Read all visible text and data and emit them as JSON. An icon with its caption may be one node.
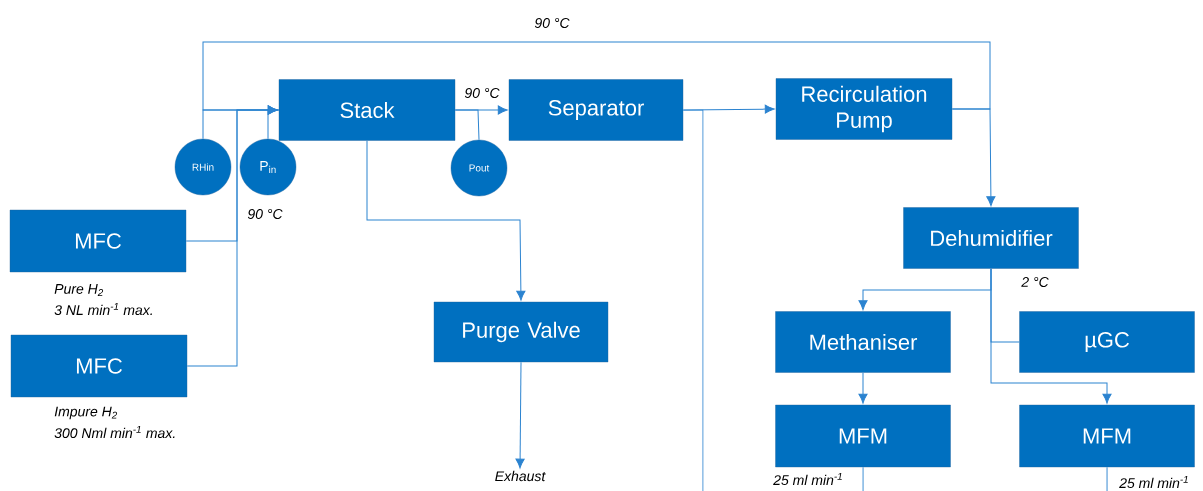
{
  "diagram": {
    "nodes": [
      {
        "text": [
          "MFC"
        ],
        "beside": [
          "*Pure H$_{2}$*",
          "*3 NL min$^{-1}$ max.*"
        ]
      },
      {
        "text": [
          "MFC"
        ],
        "beside": [
          "*Impure H$_{2}$*",
          "*300 Nml min$^{-1}$ max.*"
        ]
      },
      {
        "text": [
          "RHin"
        ]
      },
      {
        "text": [
          "P$_{in}$"
        ]
      },
      {
        "text": [
          "Stack"
        ]
      },
      {
        "text": [
          "Pout"
        ]
      },
      {
        "text": [
          "Separator"
        ]
      },
      {
        "text": [
          "Recirculation Pump"
        ]
      },
      {
        "text": [
          "Purge Valve"
        ]
      },
      {
        "text": [
          "Exhaust"
        ]
      },
      {
        "text": [
          "Dehumidifier"
        ]
      },
      {
        "text": [
          "Methaniser"
        ]
      },
      {
        "text": [
          "µGC"
        ]
      },
      {
        "text": [
          "MFM"
        ],
        "beside": [
          "*25 ml min$^{-1}$*"
        ]
      },
      {
        "text": [
          "MFM"
        ],
        "beside": [
          "*25 ml min$^{-1}$*"
        ]
      }
    ],
    "edges": [
      {
        "from": 0,
        "to": 4,
        "arrow": "to"
      },
      {
        "from": 1,
        "to": 4,
        "arrow": "to"
      },
      {
        "from": 2,
        "to": 4,
        "arrow": "none"
      },
      {
        "from": 3,
        "to": 4,
        "arrow": "none"
      },
      {
        "from": 7,
        "to": 4,
        "arrow": "to",
        "label": "90 °C"
      },
      {
        "from": 4,
        "to": 6,
        "arrow": "to",
        "label": "90 °C"
      },
      {
        "from": 5,
        "to": 4,
        "arrow": "none"
      },
      {
        "from": 4,
        "to": 8,
        "arrow": "to"
      },
      {
        "from": 8,
        "to": 9,
        "arrow": "to"
      },
      {
        "from": 6,
        "to": 7,
        "arrow": "to"
      },
      {
        "from": 6,
        "to": null,
        "arrow": "none"
      },
      {
        "from": 7,
        "to": 10,
        "arrow": "to"
      },
      {
        "from": 10,
        "to": 11,
        "arrow": "to"
      },
      {
        "from": 10,
        "to": 12,
        "arrow": "none"
      },
      {
        "from": 10,
        "to": 14,
        "arrow": "to"
      },
      {
        "from": 11,
        "to": 13,
        "arrow": "to"
      },
      {
        "from": 13,
        "to": null,
        "arrow": "none"
      },
      {
        "from": 14,
        "to": null,
        "arrow": "none"
      }
    ],
    "labels": [
      "90 °C",
      "2 °C"
    ]
  }
}
